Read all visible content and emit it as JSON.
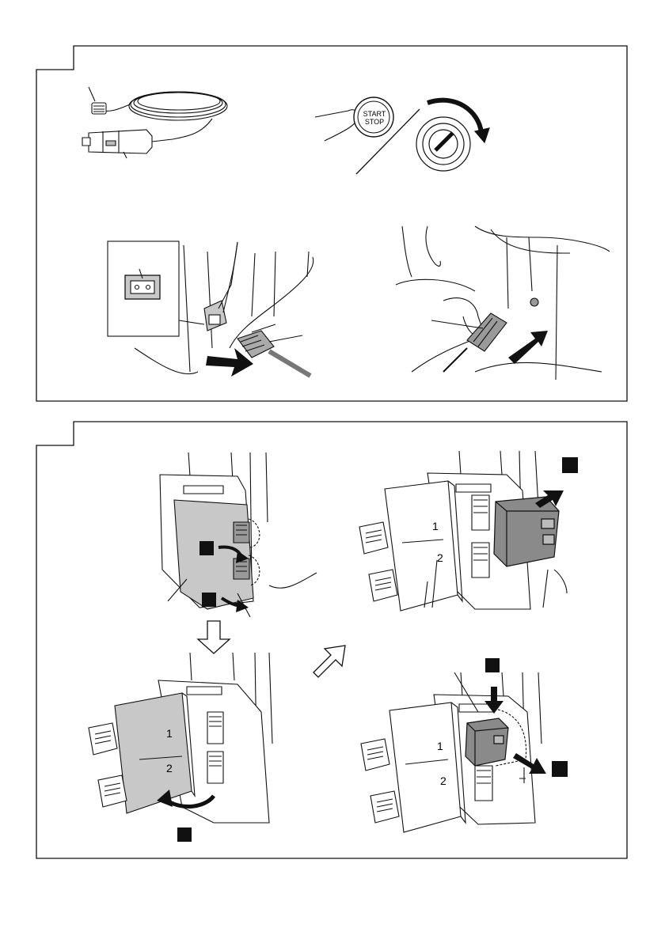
{
  "panel_a": {
    "start_button": {
      "line1": "START",
      "line2": "STOP"
    }
  },
  "panel_b": {
    "tray_numbers": [
      "1",
      "2"
    ]
  },
  "colors": {
    "line": "#111111",
    "cover_fill": "#c8c8c8",
    "adapter_fill": "#8a8a8a",
    "background": "#ffffff"
  }
}
